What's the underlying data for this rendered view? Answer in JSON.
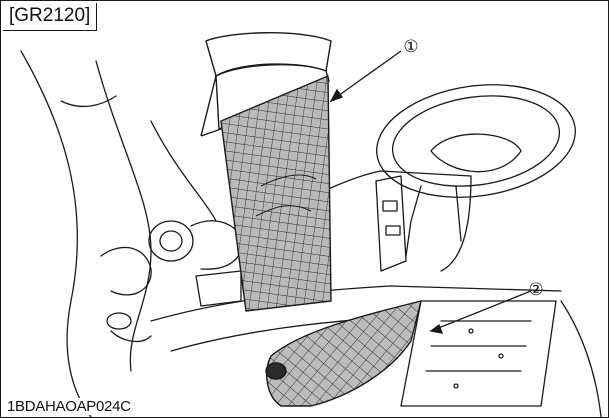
{
  "figure": {
    "model_tag": "[GR2120]",
    "figure_code": "1BDAHAOAP024C",
    "callouts": [
      {
        "number": "①"
      },
      {
        "number": "②"
      }
    ]
  },
  "colors": {
    "line": "#1a1a1a",
    "screen_fill": "#b7b7b7",
    "mesh": "#2a2a2a",
    "background": "#ffffff"
  }
}
